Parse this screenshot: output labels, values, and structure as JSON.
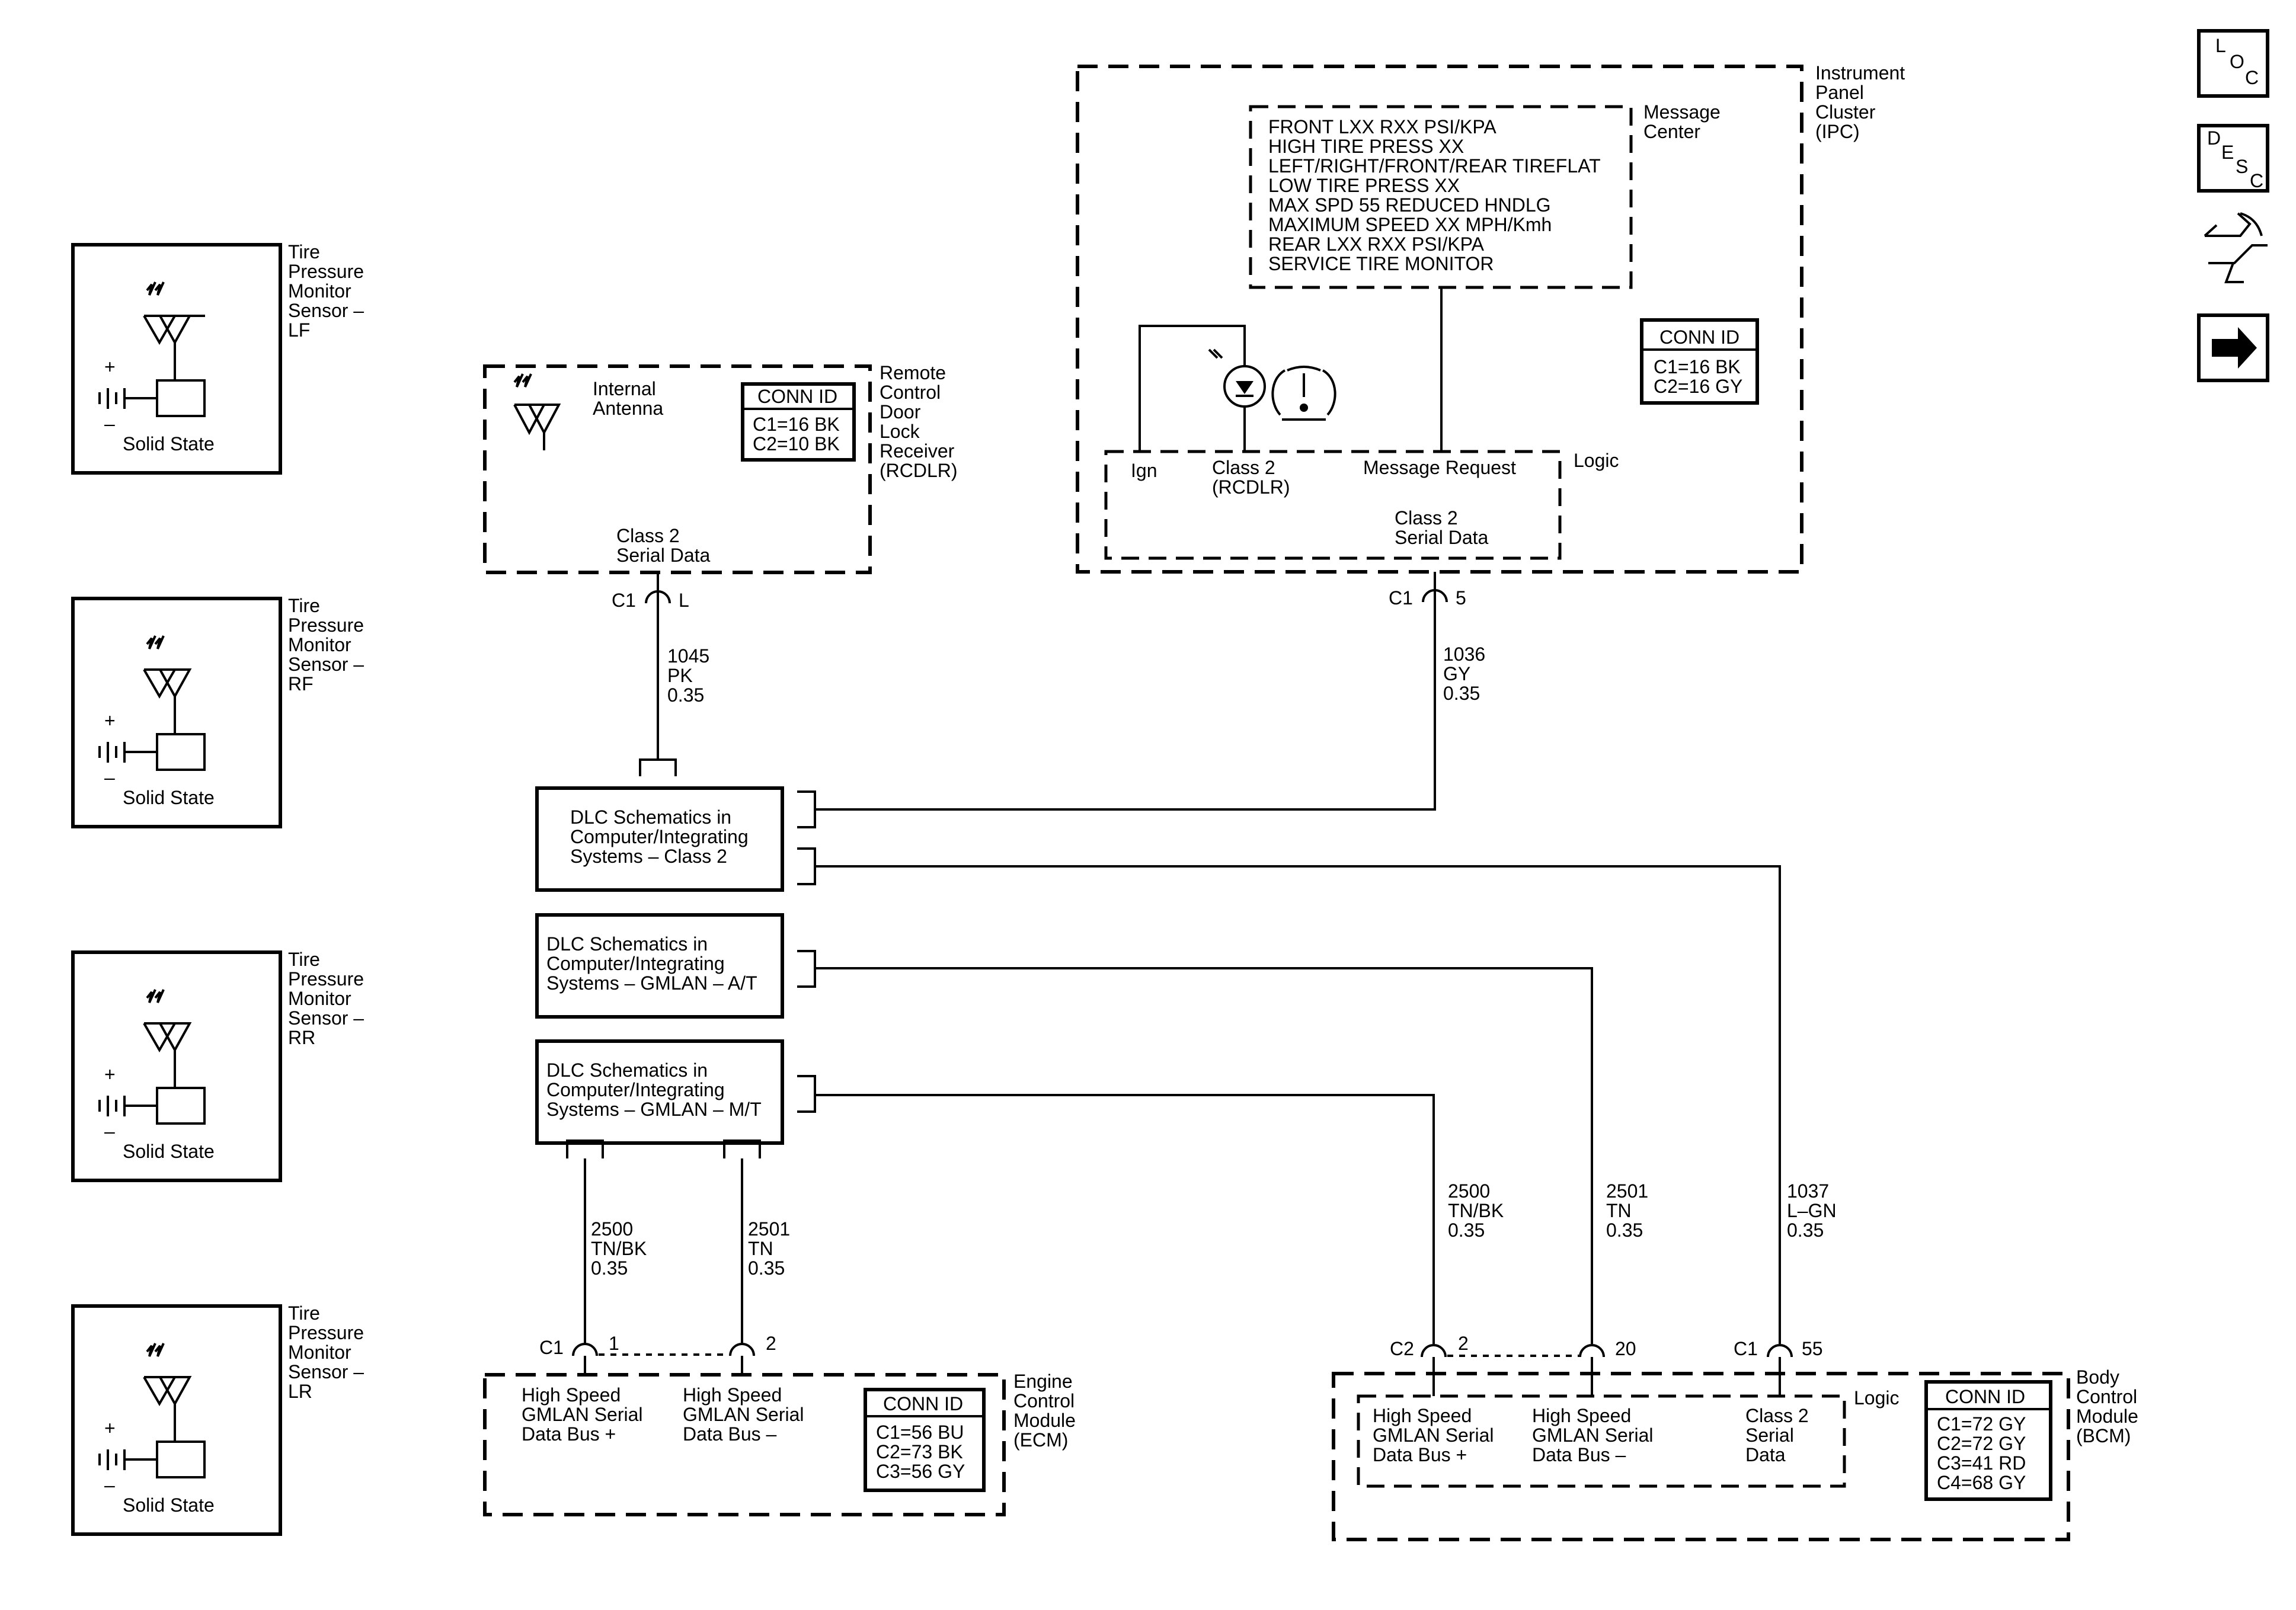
{
  "sensors": [
    {
      "name": [
        "Tire",
        "Pressure",
        "Monitor",
        "Sensor –",
        "LF"
      ],
      "sub": "Solid State",
      "plus": "+",
      "minus": "–"
    },
    {
      "name": [
        "Tire",
        "Pressure",
        "Monitor",
        "Sensor –",
        "RF"
      ],
      "sub": "Solid State",
      "plus": "+",
      "minus": "–"
    },
    {
      "name": [
        "Tire",
        "Pressure",
        "Monitor",
        "Sensor –",
        "RR"
      ],
      "sub": "Solid State",
      "plus": "+",
      "minus": "–"
    },
    {
      "name": [
        "Tire",
        "Pressure",
        "Monitor",
        "Sensor –",
        "LR"
      ],
      "sub": "Solid State",
      "plus": "+",
      "minus": "–"
    }
  ],
  "rcdlr": {
    "antenna": [
      "Internal",
      "Antenna"
    ],
    "conn_title": "CONN ID",
    "conn": [
      "C1=16 BK",
      "C2=10 BK"
    ],
    "name": [
      "Remote",
      "Control",
      "Door",
      "Lock",
      "Receiver",
      "(RCDLR)"
    ],
    "serial": [
      "Class 2",
      "Serial Data"
    ],
    "pin_conn": "C1",
    "pin_num": "L",
    "wire": [
      "1045",
      "PK",
      "0.35"
    ]
  },
  "ipc": {
    "name": [
      "Instrument",
      "Panel",
      "Cluster",
      "(IPC)"
    ],
    "msg_center": [
      "Message",
      "Center"
    ],
    "messages": [
      "FRONT LXX RXX PSI/KPA",
      "HIGH TIRE PRESS XX",
      "LEFT/RIGHT/FRONT/REAR TIREFLAT",
      "LOW TIRE PRESS XX",
      "MAX SPD 55 REDUCED HNDLG",
      "MAXIMUM SPEED XX MPH/Kmh",
      "REAR LXX RXX PSI/KPA",
      "SERVICE TIRE MONITOR"
    ],
    "conn_title": "CONN ID",
    "conn": [
      "C1=16 BK",
      "C2=16 GY"
    ],
    "logic": "Logic",
    "ign": "Ign",
    "class2": [
      "Class 2",
      "(RCDLR)"
    ],
    "msg_req": "Message Request",
    "serial": [
      "Class 2",
      "Serial Data"
    ],
    "pin_conn": "C1",
    "pin_num": "5",
    "wire": [
      "1036",
      "GY",
      "0.35"
    ]
  },
  "dlc": [
    [
      "DLC Schematics in",
      "Computer/Integrating",
      "Systems – Class 2"
    ],
    [
      "DLC Schematics in",
      "Computer/Integrating",
      "Systems – GMLAN – A/T"
    ],
    [
      "DLC Schematics in",
      "Computer/Integrating",
      "Systems – GMLAN – M/T"
    ]
  ],
  "ecm": {
    "name": [
      "Engine",
      "Control",
      "Module",
      "(ECM)"
    ],
    "conn_title": "CONN ID",
    "conn": [
      "C1=56 BU",
      "C2=73 BK",
      "C3=56 GY"
    ],
    "bus_plus": [
      "High Speed",
      "GMLAN Serial",
      "Data Bus +"
    ],
    "bus_minus": [
      "High Speed",
      "GMLAN Serial",
      "Data Bus –"
    ],
    "pin_conn": "C1",
    "pin1": "1",
    "pin2": "2",
    "wire1": [
      "2500",
      "TN/BK",
      "0.35"
    ],
    "wire2": [
      "2501",
      "TN",
      "0.35"
    ]
  },
  "bcm": {
    "name": [
      "Body",
      "Control",
      "Module",
      "(BCM)"
    ],
    "conn_title": "CONN ID",
    "conn": [
      "C1=72 GY",
      "C2=72 GY",
      "C3=41 RD",
      "C4=68 GY"
    ],
    "logic": "Logic",
    "bus_plus": [
      "High Speed",
      "GMLAN Serial",
      "Data Bus +"
    ],
    "bus_minus": [
      "High Speed",
      "GMLAN Serial",
      "Data Bus –"
    ],
    "class2": [
      "Class 2",
      "Serial",
      "Data"
    ],
    "pin_c2": "C2",
    "pin2": "2",
    "pin20": "20",
    "pin_c1": "C1",
    "pin55": "55",
    "wire1": [
      "2500",
      "TN/BK",
      "0.35"
    ],
    "wire2": [
      "2501",
      "TN",
      "0.35"
    ],
    "wire3": [
      "1037",
      "L–GN",
      "0.35"
    ]
  },
  "nav": {
    "loc": [
      "L",
      "O",
      "C"
    ],
    "desc": [
      "D",
      "E",
      "S",
      "C"
    ],
    "icons": [
      "connector-icon",
      "next-arrow-icon"
    ]
  }
}
